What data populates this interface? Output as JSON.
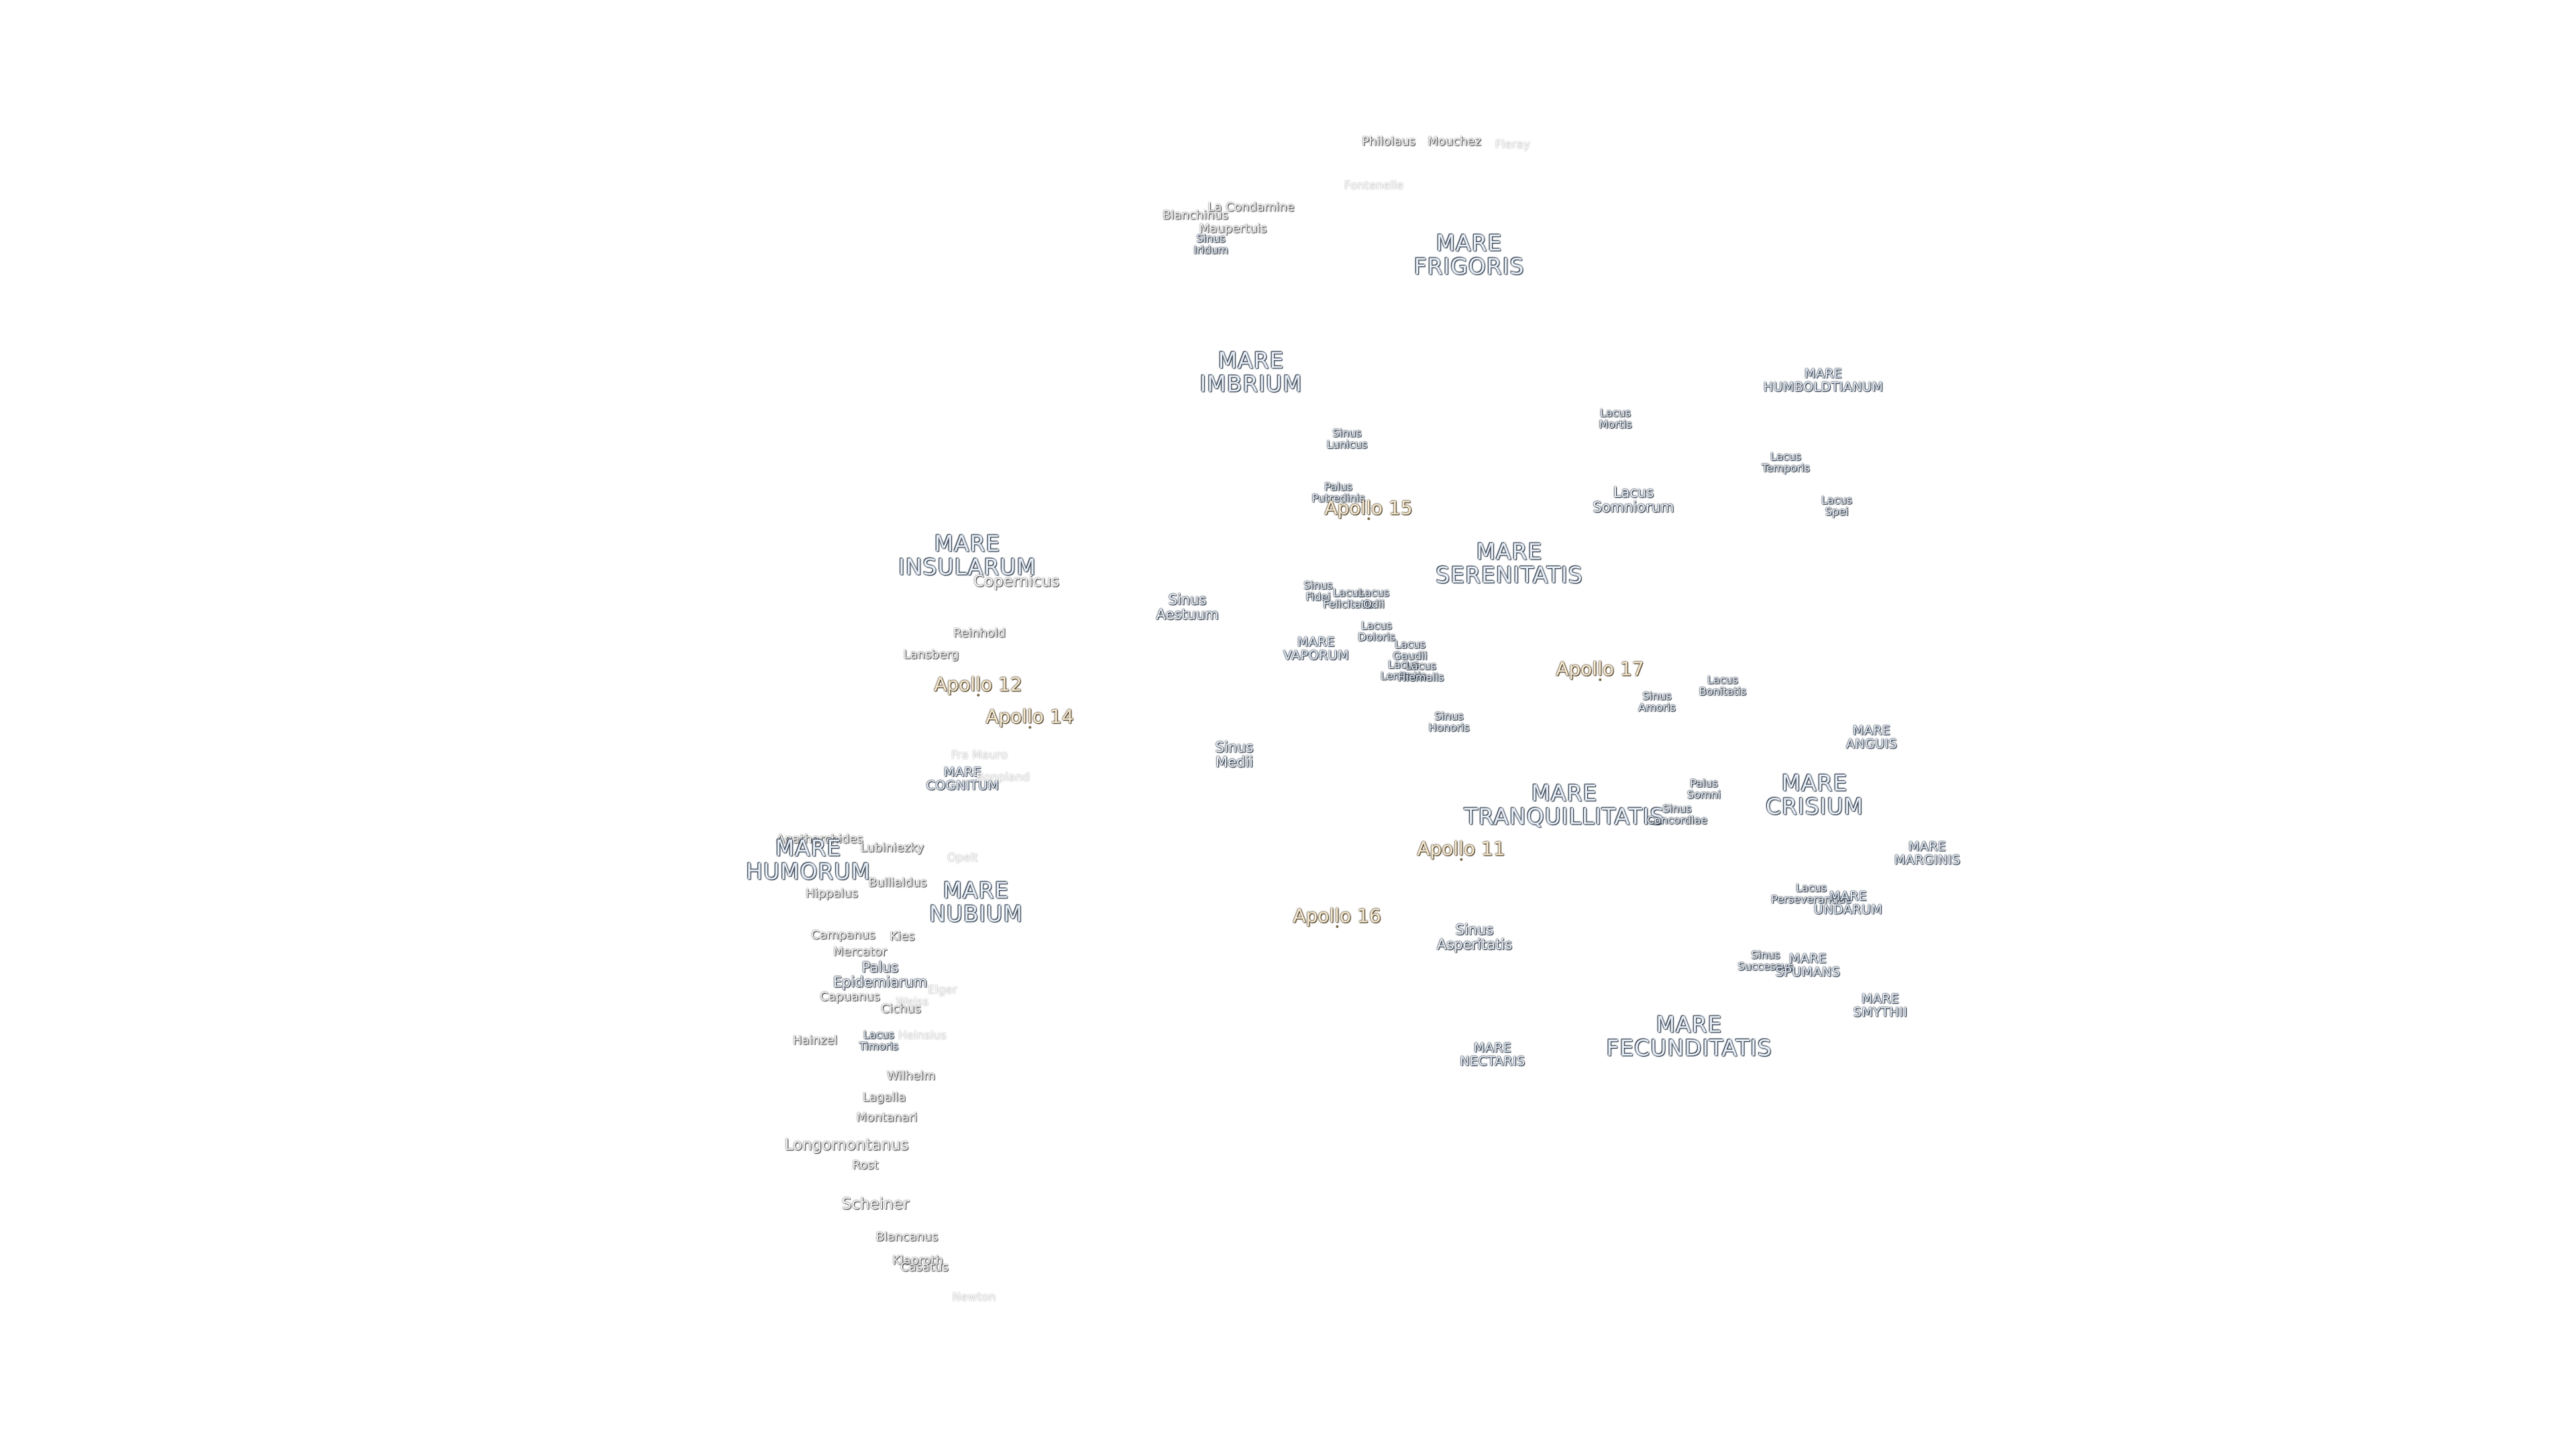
{
  "labels": [
    {
      "id": "philolaus",
      "text": "Philolaus",
      "kind": "crater"
    },
    {
      "id": "mouchez",
      "text": "Mouchez",
      "kind": "crater"
    },
    {
      "id": "fleray",
      "text": "Fleray",
      "kind": "crater-faint"
    },
    {
      "id": "fontenelle",
      "text": "Fontenelle",
      "kind": "crater-faint"
    },
    {
      "id": "la-condamine",
      "text": "La Condamine",
      "kind": "crater"
    },
    {
      "id": "blanchinus",
      "text": "Blanchinus",
      "kind": "crater"
    },
    {
      "id": "maupertuis",
      "text": "Maupertuis",
      "kind": "crater"
    },
    {
      "id": "sinus-iridum",
      "text": "Sinus\nIridum",
      "kind": "feat-s"
    },
    {
      "id": "mare-frigoris",
      "text": "MARE\nFRIGORIS",
      "kind": "mare"
    },
    {
      "id": "mare-imbrium",
      "text": "MARE\nIMBRIUM",
      "kind": "mare"
    },
    {
      "id": "mare-humboldtianum",
      "text": "MARE\nHUMBOLDTIANUM",
      "kind": "mare-s"
    },
    {
      "id": "lacus-mortis",
      "text": "Lacus\nMortis",
      "kind": "feat-s"
    },
    {
      "id": "sinus-lunicus",
      "text": "Sinus\nLunicus",
      "kind": "feat-s"
    },
    {
      "id": "lacus-temporis",
      "text": "Lacus\nTemporis",
      "kind": "feat-s"
    },
    {
      "id": "palus-putredinis",
      "text": "Palus\nPutredinis",
      "kind": "feat-s"
    },
    {
      "id": "apollo-15",
      "text": "Apollo 15",
      "kind": "apollo"
    },
    {
      "id": "lacus-somniorum",
      "text": "Lacus\nSomniorum",
      "kind": "feat"
    },
    {
      "id": "lacus-spei",
      "text": "Lacus\nSpei",
      "kind": "feat-s"
    },
    {
      "id": "mare-insularum",
      "text": "MARE\nINSULARUM",
      "kind": "mare"
    },
    {
      "id": "copernicus",
      "text": "Copernicus",
      "kind": "crater-big"
    },
    {
      "id": "mare-serenitatis",
      "text": "MARE\nSERENITATIS",
      "kind": "mare"
    },
    {
      "id": "sinus-aestuum",
      "text": "Sinus\nAestuum",
      "kind": "feat"
    },
    {
      "id": "sinus-fidei",
      "text": "Sinus\nFidei",
      "kind": "feat-s"
    },
    {
      "id": "lacus-felicitatis",
      "text": "Lacus\nFelicitatis",
      "kind": "feat-s"
    },
    {
      "id": "lacus-odii",
      "text": "Lacus\nOdii",
      "kind": "feat-s"
    },
    {
      "id": "reinhold",
      "text": "Reinhold",
      "kind": "crater"
    },
    {
      "id": "mare-vaporum",
      "text": "MARE\nVAPORUM",
      "kind": "mare-s"
    },
    {
      "id": "lacus-doloris",
      "text": "Lacus\nDoloris",
      "kind": "feat-s"
    },
    {
      "id": "lacus-gaudii",
      "text": "Lacus\nGaudii",
      "kind": "feat-s"
    },
    {
      "id": "lansberg",
      "text": "Lansberg",
      "kind": "crater"
    },
    {
      "id": "lacus-lenitatis",
      "text": "Lacus\nLenitatis",
      "kind": "feat-s"
    },
    {
      "id": "lacus-hiemalis",
      "text": "Lacus\nHiemalis",
      "kind": "feat-s"
    },
    {
      "id": "apollo-17",
      "text": "Apollo 17",
      "kind": "apollo"
    },
    {
      "id": "apollo-12",
      "text": "Apollo 12",
      "kind": "apollo"
    },
    {
      "id": "lacus-bonitatis",
      "text": "Lacus\nBonitatis",
      "kind": "feat-s"
    },
    {
      "id": "sinus-amoris",
      "text": "Sinus\nAmoris",
      "kind": "feat-s"
    },
    {
      "id": "apollo-14",
      "text": "Apollo 14",
      "kind": "apollo"
    },
    {
      "id": "sinus-honoris",
      "text": "Sinus\nHonoris",
      "kind": "feat-s"
    },
    {
      "id": "mare-anguis",
      "text": "MARE\nANGUIS",
      "kind": "mare-s"
    },
    {
      "id": "sinus-medii",
      "text": "Sinus\nMedii",
      "kind": "feat"
    },
    {
      "id": "fra-mauro",
      "text": "Fra Mauro",
      "kind": "crater-faint"
    },
    {
      "id": "mare-cognitum",
      "text": "MARE\nCOGNITUM",
      "kind": "mare-s"
    },
    {
      "id": "bonpland",
      "text": "Bonpland",
      "kind": "crater-faint"
    },
    {
      "id": "palus-somni",
      "text": "Palus\nSomni",
      "kind": "feat-s"
    },
    {
      "id": "mare-tranquillitatis",
      "text": "MARE\nTRANQUILLITATIS",
      "kind": "mare"
    },
    {
      "id": "mare-crisium",
      "text": "MARE\nCRISIUM",
      "kind": "mare"
    },
    {
      "id": "sinus-concordiae",
      "text": "Sinus\nConcordiae",
      "kind": "feat-s"
    },
    {
      "id": "agatharchides",
      "text": "Agatharchides",
      "kind": "crater"
    },
    {
      "id": "mare-humorum",
      "text": "MARE\nHUMORUM",
      "kind": "mare"
    },
    {
      "id": "lubiniezky",
      "text": "Lubiniezky",
      "kind": "crater"
    },
    {
      "id": "mare-marginis",
      "text": "MARE\nMARGINIS",
      "kind": "mare-s"
    },
    {
      "id": "apollo-11",
      "text": "Apollo 11",
      "kind": "apollo"
    },
    {
      "id": "opelt",
      "text": "Opelt",
      "kind": "crater-faint"
    },
    {
      "id": "bullialdus",
      "text": "Bullialdus",
      "kind": "crater"
    },
    {
      "id": "mare-nubium",
      "text": "MARE\nNUBIUM",
      "kind": "mare"
    },
    {
      "id": "hippalus",
      "text": "Hippalus",
      "kind": "crater"
    },
    {
      "id": "lacus-perseverantiae",
      "text": "Lacus\nPerseverantiae",
      "kind": "feat-s"
    },
    {
      "id": "mare-undarum",
      "text": "MARE\nUNDARUM",
      "kind": "mare-s"
    },
    {
      "id": "apollo-16",
      "text": "Apollo 16",
      "kind": "apollo"
    },
    {
      "id": "sinus-asperitatis",
      "text": "Sinus\nAsperitatis",
      "kind": "feat"
    },
    {
      "id": "campanus",
      "text": "Campanus",
      "kind": "crater"
    },
    {
      "id": "kies",
      "text": "Kies",
      "kind": "crater"
    },
    {
      "id": "mercator",
      "text": "Mercator",
      "kind": "crater"
    },
    {
      "id": "sinus-successus",
      "text": "Sinus\nSuccessus",
      "kind": "feat-s"
    },
    {
      "id": "mare-spumans",
      "text": "MARE\nSPUMANS",
      "kind": "mare-s"
    },
    {
      "id": "palus-epidemiarum",
      "text": "Palus\nEpidemiarum",
      "kind": "feat"
    },
    {
      "id": "capuanus",
      "text": "Capuanus",
      "kind": "crater"
    },
    {
      "id": "elger",
      "text": "Elger",
      "kind": "crater-faint"
    },
    {
      "id": "cichus",
      "text": "Cichus",
      "kind": "crater"
    },
    {
      "id": "weiss",
      "text": "Weiss",
      "kind": "crater-faint"
    },
    {
      "id": "mare-smythii",
      "text": "MARE\nSMYTHII",
      "kind": "mare-s"
    },
    {
      "id": "mare-fecunditatis",
      "text": "MARE\nFECUNDITATIS",
      "kind": "mare"
    },
    {
      "id": "hainzel",
      "text": "Hainzel",
      "kind": "crater"
    },
    {
      "id": "lacus-timoris",
      "text": "Lacus\nTimoris",
      "kind": "feat-s"
    },
    {
      "id": "heinsius",
      "text": "Heinsius",
      "kind": "crater-faint"
    },
    {
      "id": "mare-nectaris",
      "text": "MARE\nNECTARIS",
      "kind": "mare-s"
    },
    {
      "id": "wilhelm",
      "text": "Wilhelm",
      "kind": "crater"
    },
    {
      "id": "lagalla",
      "text": "Lagalla",
      "kind": "crater"
    },
    {
      "id": "montanari",
      "text": "Montanari",
      "kind": "crater"
    },
    {
      "id": "longomontanus",
      "text": "Longomontanus",
      "kind": "crater-big"
    },
    {
      "id": "rost",
      "text": "Rost",
      "kind": "crater"
    },
    {
      "id": "scheiner",
      "text": "Scheiner",
      "kind": "crater-big"
    },
    {
      "id": "blancanus",
      "text": "Blancanus",
      "kind": "crater"
    },
    {
      "id": "klaproth",
      "text": "Klaproth",
      "kind": "crater"
    },
    {
      "id": "casatus",
      "text": "Casatus",
      "kind": "crater"
    },
    {
      "id": "newton",
      "text": "Newton",
      "kind": "crater-faint"
    }
  ]
}
